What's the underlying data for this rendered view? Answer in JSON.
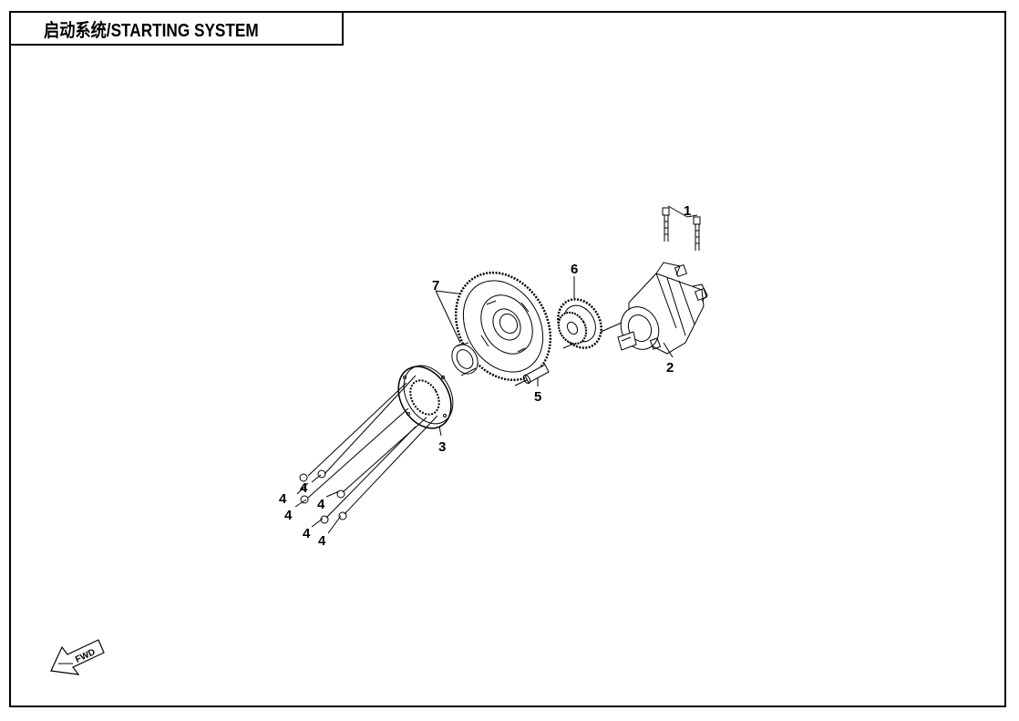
{
  "title": "启动系统/STARTING SYSTEM",
  "fwd_label": "FWD",
  "callouts": {
    "c1": "1",
    "c2": "2",
    "c3": "3",
    "c4a": "4",
    "c4b": "4",
    "c4c": "4",
    "c4d": "4",
    "c4e": "4",
    "c4f": "4",
    "c5": "5",
    "c6": "6",
    "c7": "7"
  },
  "colors": {
    "line": "#000000",
    "background": "#ffffff"
  }
}
